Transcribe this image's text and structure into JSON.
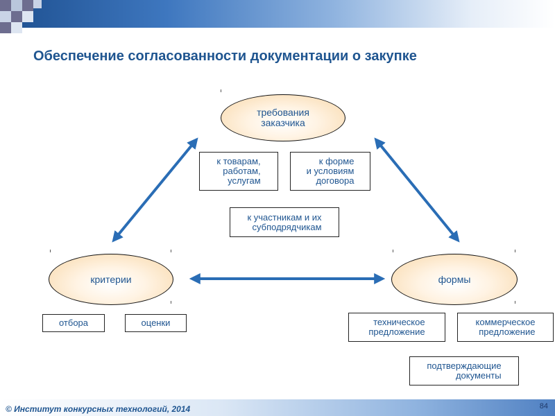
{
  "header": {
    "title": "Обеспечение согласованности документации о закупке"
  },
  "nodes": {
    "requirements": "требования\nзаказчика",
    "criteria": "критерии",
    "forms": "формы"
  },
  "requirement_boxes": {
    "goods": "к товарам,\nработам,\nуслугам",
    "contract": "к форме\nи условиям\nдоговора",
    "participants": "к участникам и их\nсубподрядчикам"
  },
  "criteria_boxes": {
    "selection": "отбора",
    "evaluation": "оценки"
  },
  "form_boxes": {
    "technical": "техническое\nпредложение",
    "commercial": "коммерческое\nпредложение",
    "supporting": "подтверждающие\nдокументы"
  },
  "footer": {
    "copyright": "© Институт конкурсных технологий, 2014",
    "page_number": "84"
  },
  "colors": {
    "title": "#1f5590",
    "arrow": "#2a6db5",
    "ellipse_fill": "#f8d7a8"
  }
}
